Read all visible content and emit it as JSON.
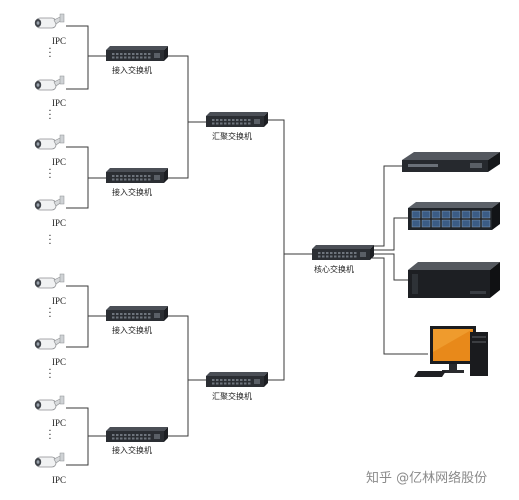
{
  "camera_label": "IPC",
  "access_switch_label": "接入交换机",
  "aggregation_switch_label": "汇聚交换机",
  "core_switch_label": "核心交换机",
  "watermark": "知乎 @亿林网络股份",
  "icons": {
    "camera": "ip-camera-icon",
    "switch": "network-switch-icon",
    "rack_server": "rack-server-icon",
    "storage": "storage-array-icon",
    "nvr": "video-recorder-icon",
    "workstation": "computer-monitor-icon"
  },
  "colors": {
    "line": "#3a3a3a",
    "switch_body": "#2b2e33",
    "monitor_screen": "#e8891a"
  }
}
